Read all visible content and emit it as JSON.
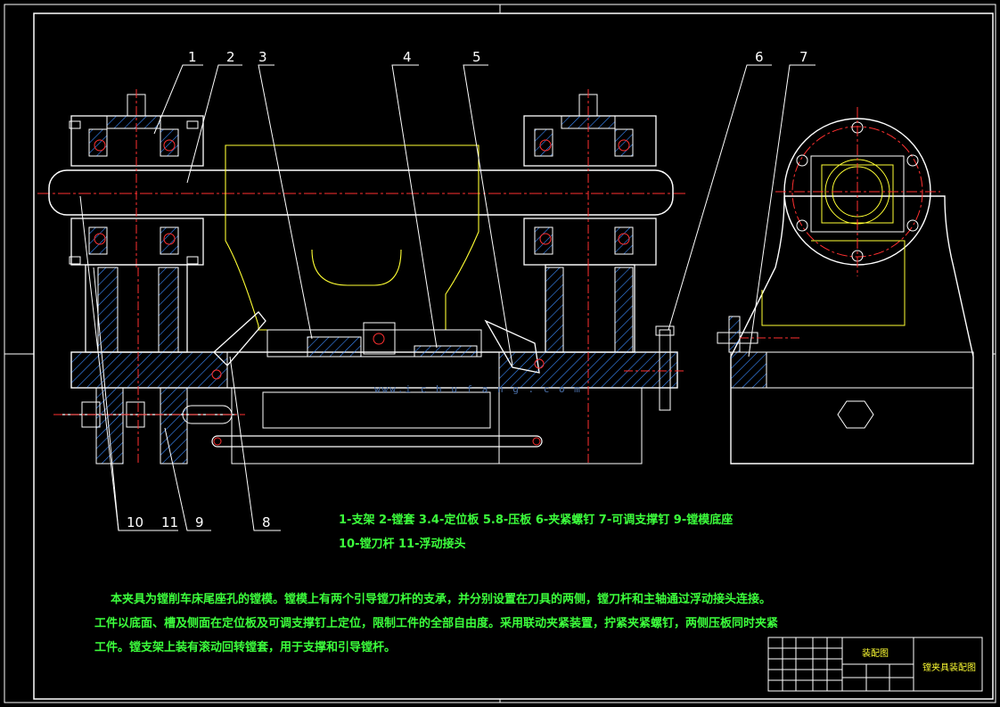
{
  "callouts": [
    "1",
    "2",
    "3",
    "4",
    "5",
    "6",
    "7",
    "8",
    "9",
    "10",
    "11"
  ],
  "legend": {
    "line1": "1-支架 2-镗套 3.4-定位板 5.8-压板 6-夹紧螺钉 7-可调支撑钉 9-镗模底座",
    "line2": "10-镗刀杆 11-浮动接头"
  },
  "description": {
    "line1": "本夹具为镗削车床尾座孔的镗模。镗模上有两个引导镗刀杆的支承，并分别设置在刀具的两侧，镗刀杆和主轴通过浮动接头连接。",
    "line2": "工件以底面、槽及侧面在定位板及可调支撑钉上定位，限制工件的全部自由度。采用联动夹紧装置，拧紧夹紧螺钉，两侧压板同时夹紧",
    "line3": "工件。镗支架上装有滚动回转镗套，用于支撑和引导镗杆。"
  },
  "title_block": {
    "drawing_type": "装配图",
    "drawing_name": "镗夹具装配图"
  },
  "watermark": "www.i c h u f a n g . c o m",
  "colors": {
    "background": "#000000",
    "outline": "#ffffff",
    "centerline": "#ff3030",
    "hatch": "#3b8cff",
    "workpiece": "#ffff33",
    "text": "#3cff3c",
    "detail": "#30d8ff"
  }
}
